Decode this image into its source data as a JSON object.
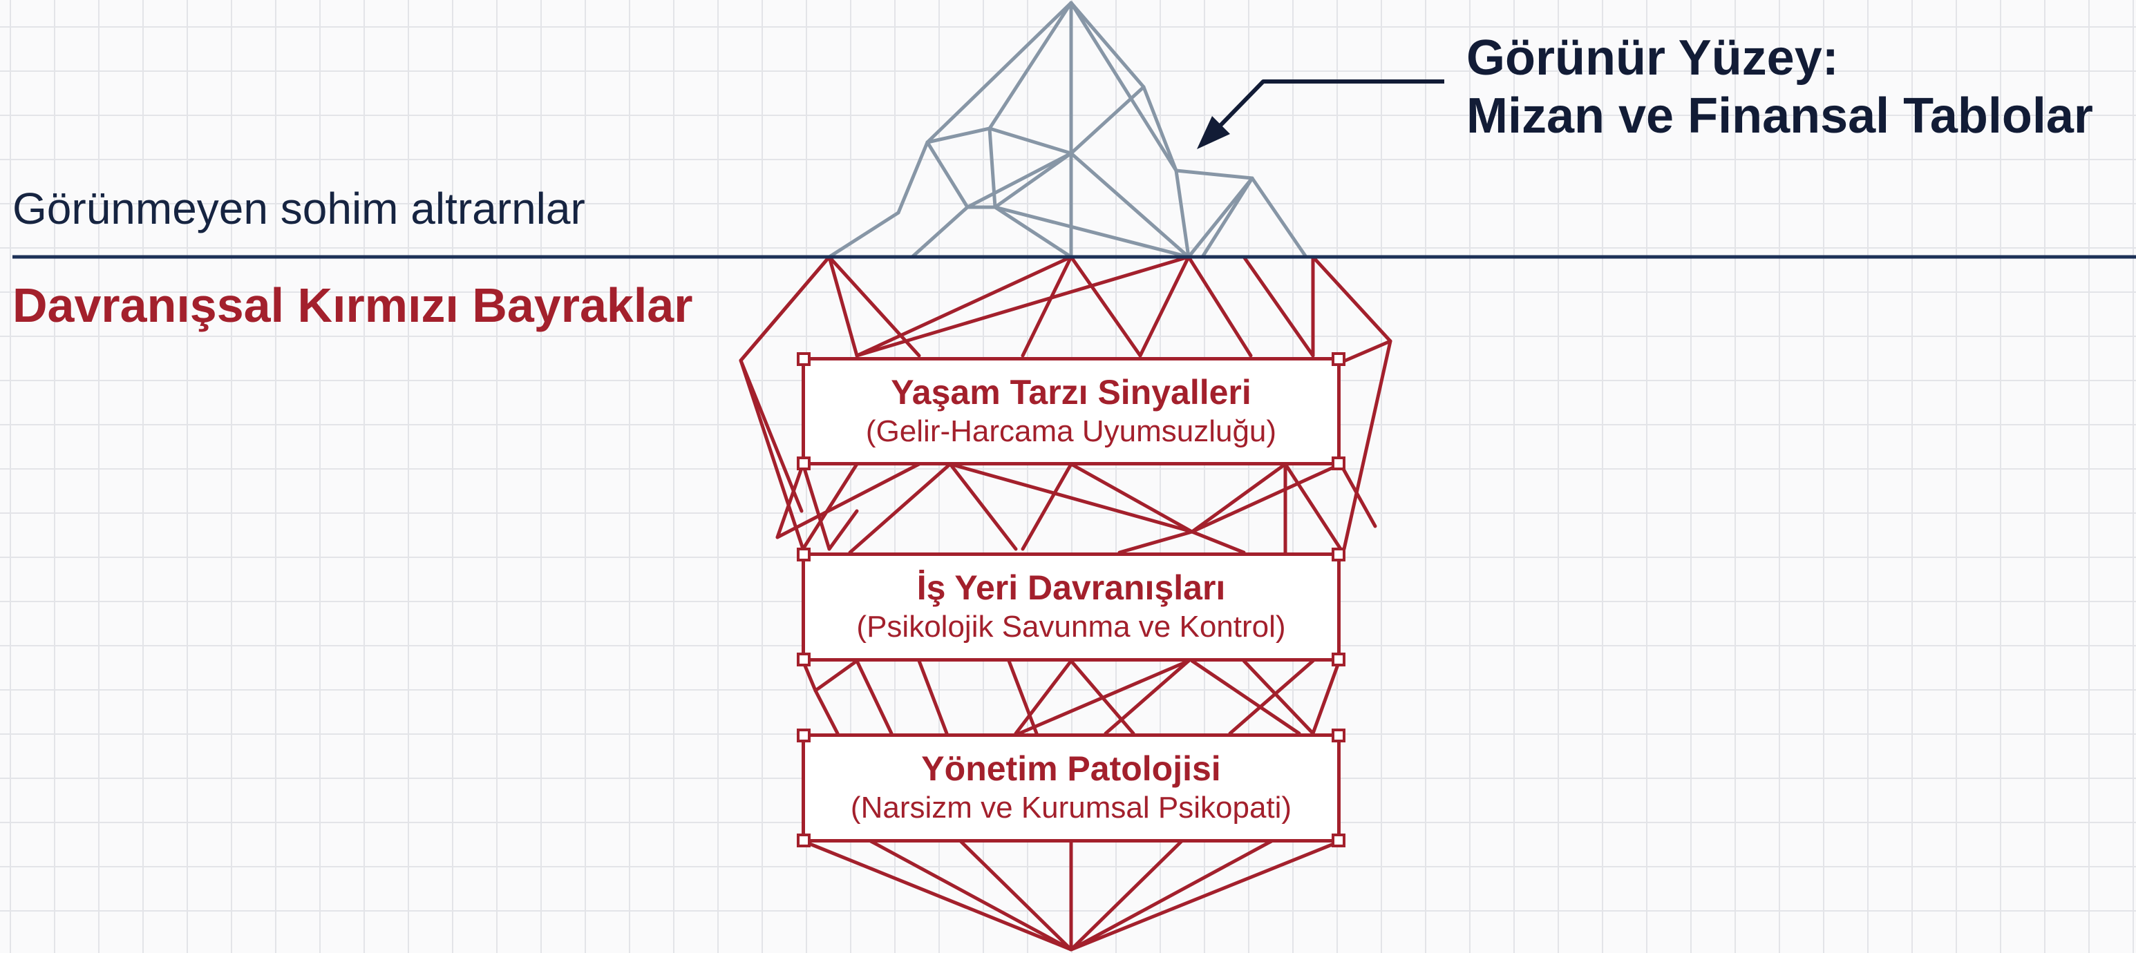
{
  "labels": {
    "hidden": "Görünmeyen sohim altrarnlar",
    "surface_line1": "Görünür Yüzey:",
    "surface_line2": "Mizan ve Finansal Tablolar",
    "red_flags": "Davranışsal Kırmızı Bayraklar"
  },
  "layers": [
    {
      "title": "Yaşam Tarzı Sinyalleri",
      "subtitle": "(Gelir-Harcama Uyumsuzluğu)"
    },
    {
      "title": "İş Yeri Davranışları",
      "subtitle": "(Psikolojik Savunma ve Kontrol)"
    },
    {
      "title": "Yönetim Patolojisi",
      "subtitle": "(Narsizm ve Kurumsal Psikopati)"
    }
  ],
  "colors": {
    "tip": "#8796a6",
    "underwater": "#a3202c",
    "waterline": "#1d3157",
    "arrow": "#121c36",
    "dark_text": "#162441"
  }
}
